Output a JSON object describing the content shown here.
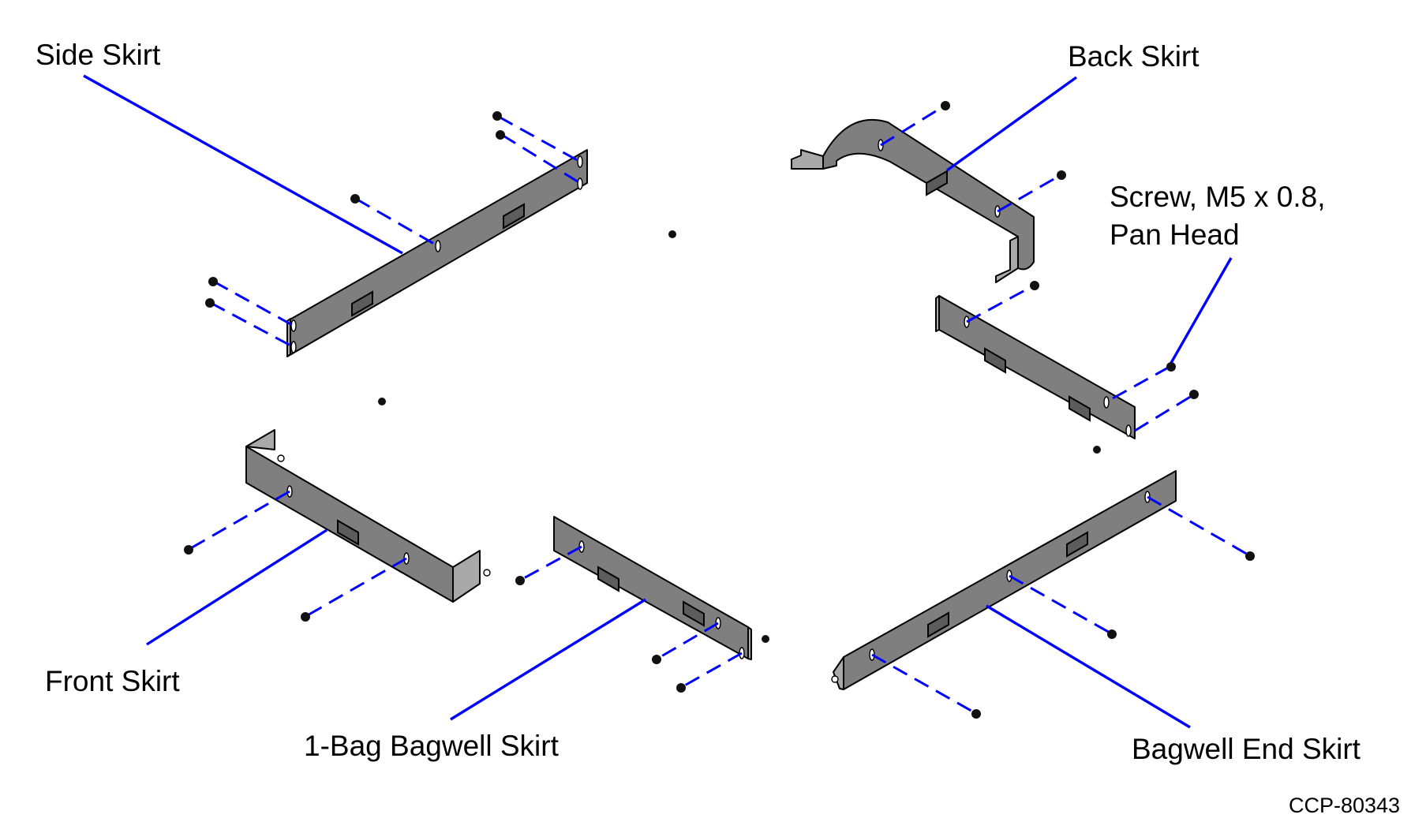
{
  "colors": {
    "leader": "#0000ff",
    "part": "#7f7f7f"
  },
  "labels": {
    "side_skirt": "Side Skirt",
    "back_skirt": "Back Skirt",
    "screw_line1": "Screw, M5 x 0.8,",
    "screw_line2": "Pan Head",
    "front_skirt": "Front Skirt",
    "bagwell_1bag": "1-Bag Bagwell Skirt",
    "bagwell_end": "Bagwell End Skirt"
  },
  "figure_code": "CCP-80343"
}
